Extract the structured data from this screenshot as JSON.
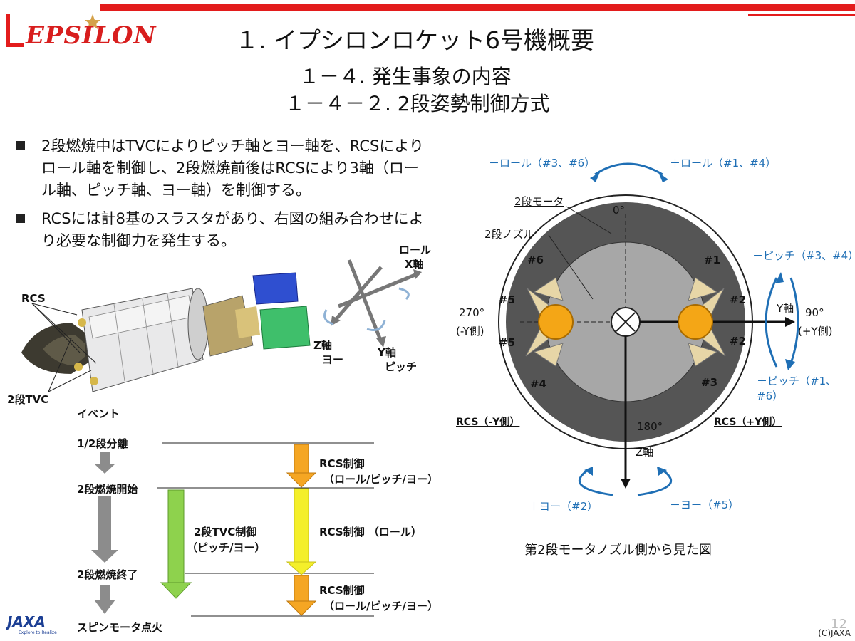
{
  "header": {
    "logo": "EPSILON",
    "title": "１. イプシロンロケット6号機概要",
    "subtitle1": "１－４. 発生事象の内容",
    "subtitle2": "１－４－２. 2段姿勢制御方式"
  },
  "bullets": [
    {
      "lines": [
        "2段燃焼中はTVCによりピッチ軸とヨー軸を、RCSにより",
        "ロール軸を制御し、2段燃焼前後はRCSにより3軸（ロー",
        "ル軸、ピッチ軸、ヨー軸）を制御する。"
      ]
    },
    {
      "lines": [
        "RCSには計8基のスラスタがあり、右図の組み合わせによ",
        "り必要な制御力を発生する。"
      ]
    }
  ],
  "rocket_illustration": {
    "rcs_label": "RCS",
    "tvc_label": "2段TVC",
    "axes": {
      "x_label_1": "ロール",
      "x_label_2": "X軸",
      "y_label_1": "Y軸",
      "y_label_2": "ピッチ",
      "z_label_1": "Z軸",
      "z_label_2": "ヨー"
    }
  },
  "timeline": {
    "header": "イベント",
    "events": [
      "1/2段分離",
      "2段燃焼開始",
      "2段燃焼終了",
      "スピンモータ点火"
    ],
    "tvc_label_1": "2段TVC制御",
    "tvc_label_2": "（ピッチ/ヨー）",
    "rcs_phases": [
      {
        "line1": "RCS制御",
        "line2": "（ロール/ピッチ/ヨー）"
      },
      {
        "line1": "RCS制御 （ロール）",
        "line2": ""
      },
      {
        "line1": "RCS制御",
        "line2": "（ロール/ピッチ/ヨー）"
      }
    ],
    "colors": {
      "event_arrow": "#8c8c8c",
      "tvc_arrow": "#8ed24d",
      "rcs_arrow_orange": "#f5a623",
      "rcs_arrow_yellow": "#f4ef2a"
    }
  },
  "nozzle_view": {
    "minus_roll": "－ロール（#3、#6）",
    "plus_roll": "＋ロール（#1、#4）",
    "motor_label": "2段モータ",
    "nozzle_label": "2段ノズル",
    "angle_0": "0°",
    "angle_90_1": "90°",
    "angle_90_2": "(+Y側)",
    "angle_180": "180°",
    "angle_270_1": "270°",
    "angle_270_2": "(-Y側)",
    "y_axis": "Y軸",
    "z_axis": "Z軸",
    "minus_pitch": "－ピッチ（#3、#4）",
    "plus_pitch": "＋ピッチ（#1、#6）",
    "plus_yaw": "＋ヨー（#2）",
    "minus_yaw": "－ヨー（#5）",
    "rcs_minus_y": "RCS（-Y側）",
    "rcs_plus_y": "RCS（+Y側）",
    "thrusters": [
      "#1",
      "#2",
      "#2",
      "#3",
      "#4",
      "#5",
      "#5",
      "#6"
    ],
    "caption": "第2段モータノズル側から見た図",
    "colors": {
      "blue": "#1f6fb5",
      "dark_ring": "#555555",
      "inner": "#a7a7a7",
      "thruster": "#f4a616"
    }
  },
  "footer": {
    "jaxa": "JAXA",
    "jaxa_tag": "Explore to Realize",
    "copyright": "(C)JAXA",
    "page": "12"
  }
}
